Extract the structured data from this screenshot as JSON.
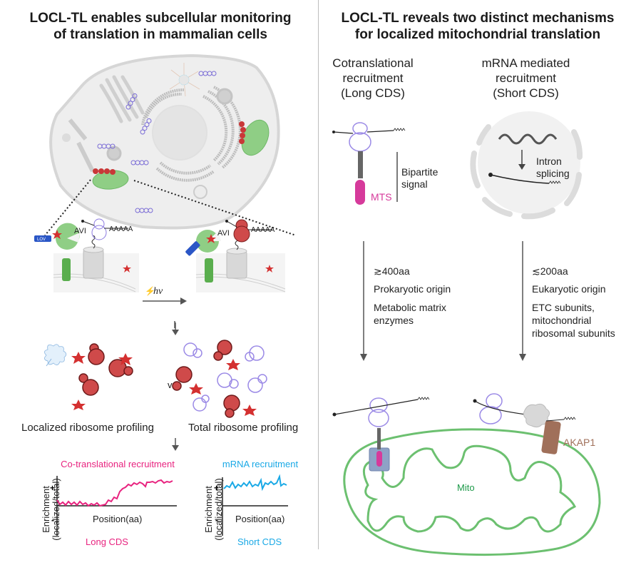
{
  "left_panel": {
    "title_line1": "LOCL-TL enables subcellular monitoring",
    "title_line2": "of translation in mammalian cells",
    "labels": {
      "lov": "LOV",
      "avi": "AVI",
      "polya": "AAAAA",
      "light": "hν",
      "vs": "vs",
      "localized": "Localized ribosome profiling",
      "total": "Total ribosome profiling"
    },
    "plots": [
      {
        "title": "Co-translational recruitment",
        "ylabel_line1": "Enrichment",
        "ylabel_line2": "(localized/total)",
        "xlabel": "Position(aa)",
        "plus": "+",
        "minus": "-",
        "caption": "Long CDS",
        "color": "#e8237f"
      },
      {
        "title": "mRNA recruitment",
        "ylabel_line1": "Enrichment",
        "ylabel_line2": "(localized/total)",
        "xlabel": "Position(aa)",
        "plus": "+",
        "minus": "-",
        "caption": "Short CDS",
        "color": "#1aa9e6"
      }
    ]
  },
  "right_panel": {
    "title_line1": "LOCL-TL reveals two distinct mechanisms",
    "title_line2": "for localized mitochondrial translation",
    "left_col": {
      "heading_line1": "Cotranslational",
      "heading_line2": "recruitment",
      "heading_line3": "(Long CDS)",
      "mts": "MTS",
      "bipartite_line1": "Bipartite",
      "bipartite_line2": "signal",
      "polya": "AAAAA",
      "size": "≳400aa",
      "origin": "Prokaryotic origin",
      "category_line1": "Metabolic matrix",
      "category_line2": "enzymes"
    },
    "right_col": {
      "heading_line1": "mRNA mediated",
      "heading_line2": "recruitment",
      "heading_line3": "(Short CDS)",
      "splice_line1": "Intron",
      "splice_line2": "splicing",
      "polya": "AAAAA",
      "size": "≲200aa",
      "origin": "Eukaryotic origin",
      "category_line1": "ETC subunits,",
      "category_line2": "mitochondrial",
      "category_line3": "ribosomal subunits"
    },
    "mito_label": "Mito",
    "akap_label": "AKAP1"
  },
  "colors": {
    "pink": "#e8237f",
    "blue": "#1aa9e6",
    "mito_green": "#6cc070",
    "mito_text": "#1e9a4a",
    "ribosome_red": "#cf4a4a",
    "ribosome_outline": "#7e57c2",
    "mts_magenta": "#d63a9b",
    "akap_brown": "#a0705a"
  }
}
